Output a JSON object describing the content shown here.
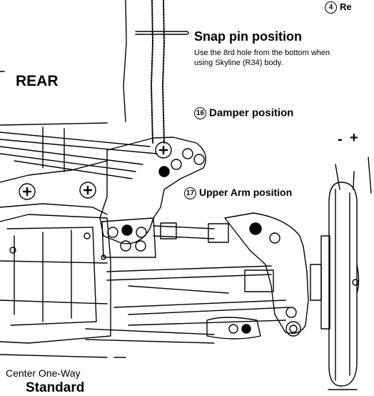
{
  "header": {
    "step_number": "4",
    "step_text": "Re"
  },
  "snap_pin": {
    "title": "Snap pin position",
    "note_line1": "Use the 8rd hole from the bottom when",
    "note_line2": "using Skyline (R34) body."
  },
  "rear_label": "REAR",
  "damper": {
    "number": "16",
    "title": "Damper position"
  },
  "upper_arm": {
    "number": "17",
    "title": "Upper Arm position"
  },
  "camber": {
    "minus": "-",
    "plus": "+"
  },
  "diff": {
    "line1": "Center One-Way",
    "line2": "Standard"
  }
}
